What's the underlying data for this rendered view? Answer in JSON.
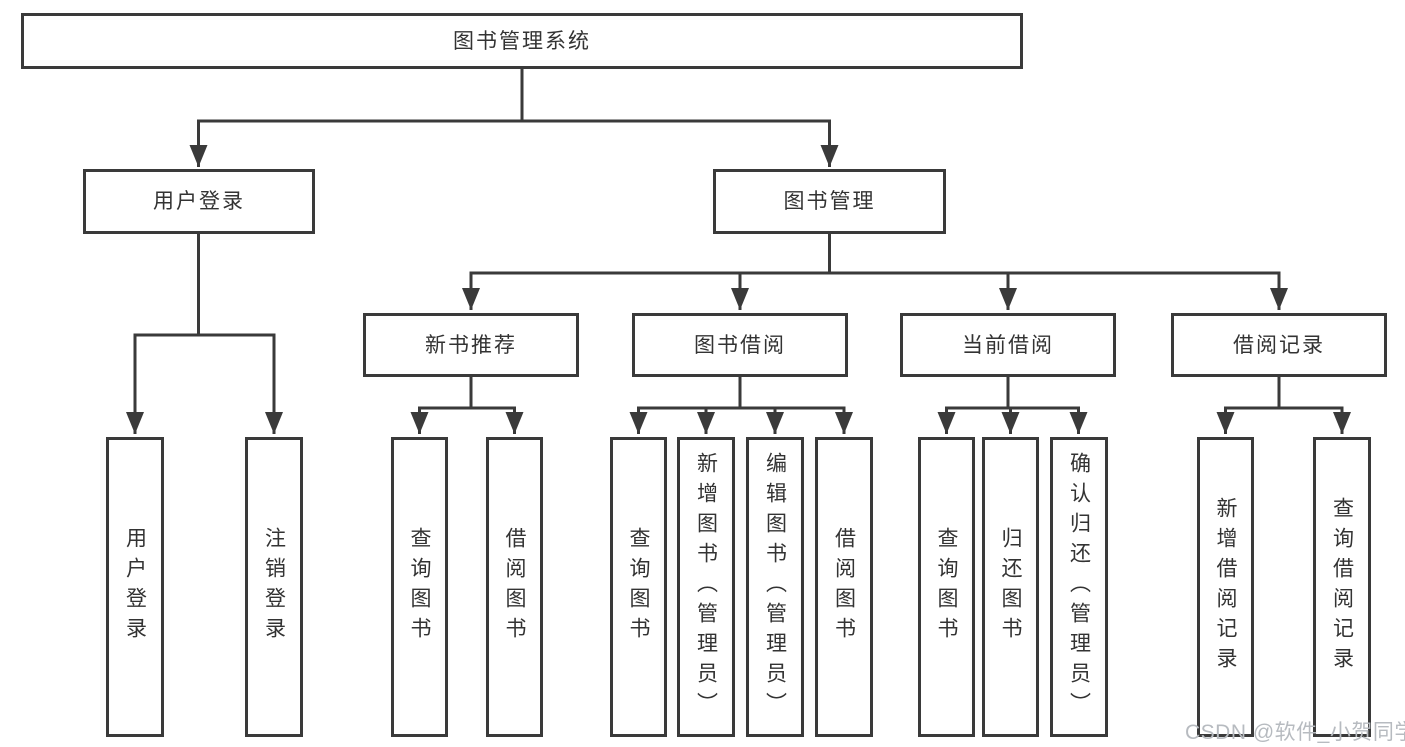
{
  "tree": {
    "label": "图书管理系统",
    "children": [
      {
        "label": "用户登录",
        "children": [
          {
            "label": "用户登录"
          },
          {
            "label": "注销登录"
          }
        ]
      },
      {
        "label": "图书管理",
        "children": [
          {
            "label": "新书推荐",
            "children": [
              {
                "label": "查询图书"
              },
              {
                "label": "借阅图书"
              }
            ]
          },
          {
            "label": "图书借阅",
            "children": [
              {
                "label": "查询图书"
              },
              {
                "label": "新增图书（管理员）"
              },
              {
                "label": "编辑图书（管理员）"
              },
              {
                "label": "借阅图书"
              }
            ]
          },
          {
            "label": "当前借阅",
            "children": [
              {
                "label": "查询图书"
              },
              {
                "label": "归还图书"
              },
              {
                "label": "确认归还（管理员）"
              }
            ]
          },
          {
            "label": "借阅记录",
            "children": [
              {
                "label": "新增借阅记录"
              },
              {
                "label": "查询借阅记录"
              }
            ]
          }
        ]
      }
    ]
  },
  "watermark": {
    "text": "CSDN @软件_小贺同学"
  },
  "colors": {
    "line": "#3a3a3a",
    "box_border": "#3a3a3a",
    "box_bg": "#ffffff",
    "text": "#333333",
    "wm": "#b7bbc0",
    "bg": "#ffffff"
  }
}
